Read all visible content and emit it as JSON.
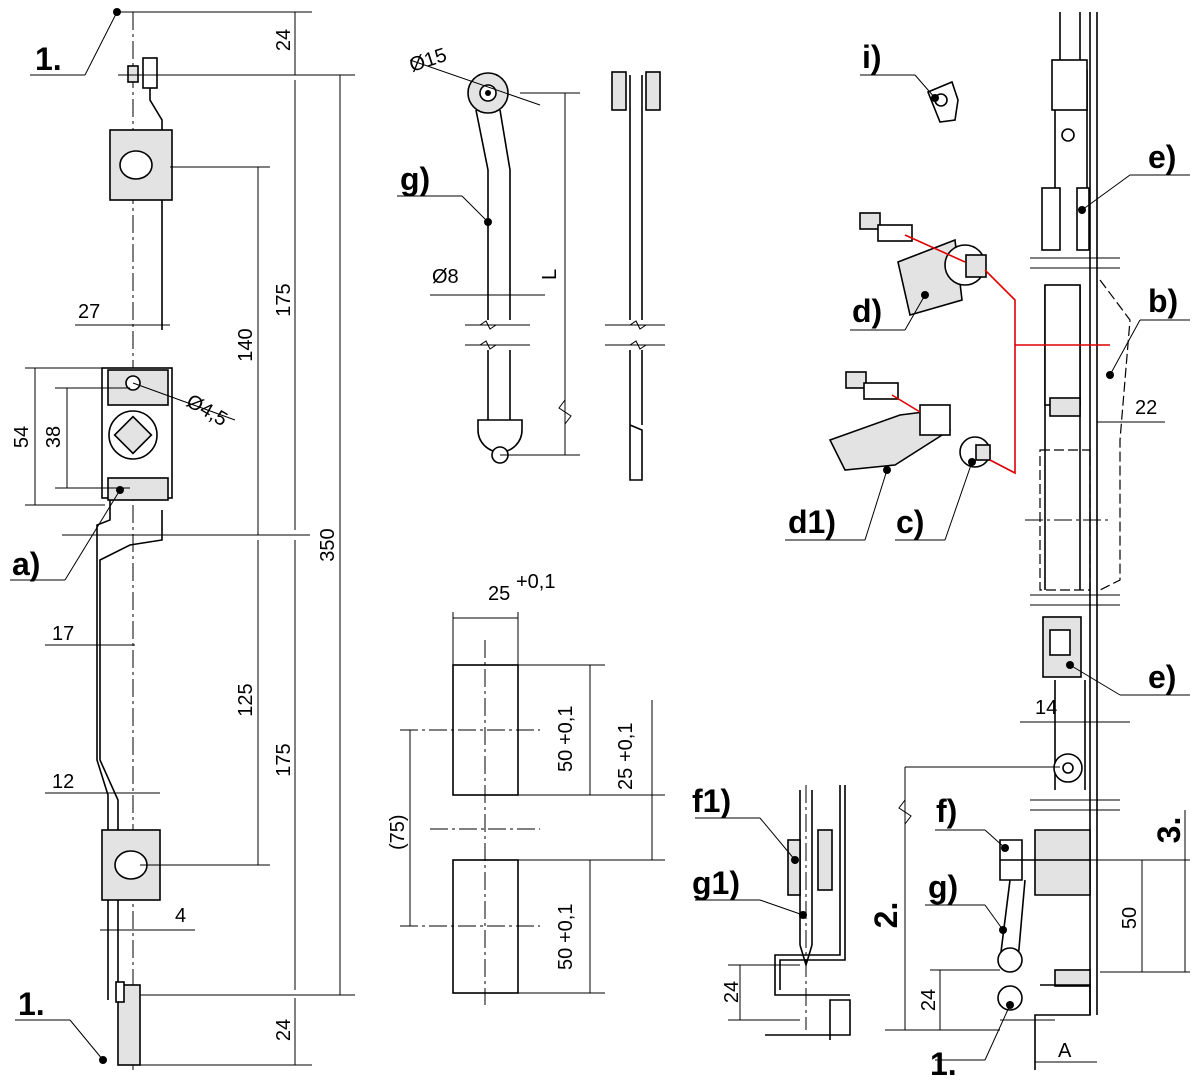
{
  "callouts": {
    "a": "a)",
    "b": "b)",
    "c": "c)",
    "d": "d)",
    "d1": "d1)",
    "e_top": "e)",
    "e_bottom": "e)",
    "f": "f)",
    "f1": "f1)",
    "g_top": "g)",
    "g_bottom": "g)",
    "g1": "g1)",
    "i": "i)",
    "one_top": "1.",
    "one_bottom": "1.",
    "one_right": "1.",
    "two": "2.",
    "three": "3."
  },
  "dimensions": {
    "left_24_top": "24",
    "left_24_bottom": "24",
    "d175_a": "175",
    "d175_b": "175",
    "d140": "140",
    "d125": "125",
    "d350": "350",
    "d27": "27",
    "d54": "54",
    "d38": "38",
    "dia4_5": "Ø4,5",
    "d17": "17",
    "d12": "12",
    "d4": "4",
    "dia15": "Ø15",
    "dia8": "Ø8",
    "L": "L",
    "w25": "25",
    "w25_tol": "+0,1",
    "h50_top": "50",
    "h50_top_tol": "+0,1",
    "gap25": "25",
    "gap25_tol": "+0,1",
    "h75": "(75)",
    "h50_bot": "50",
    "h50_bot_tol": "+0,1",
    "d24_f1": "24",
    "d22": "22",
    "d14": "14",
    "d50_right": "50",
    "d24_right": "24",
    "A": "A"
  }
}
